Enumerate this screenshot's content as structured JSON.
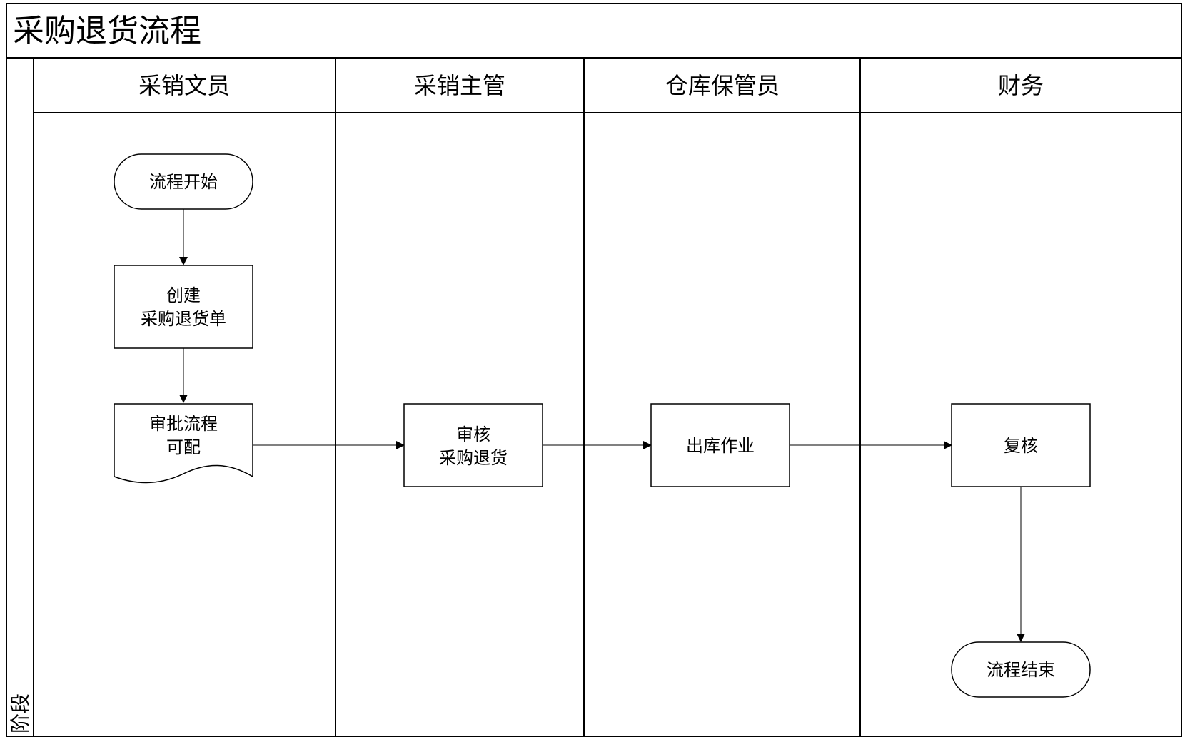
{
  "title": "采购退货流程",
  "stage_label": "阶段",
  "lanes": [
    {
      "id": "clerk",
      "label": "采销文员"
    },
    {
      "id": "supervisor",
      "label": "采销主管"
    },
    {
      "id": "warehouse",
      "label": "仓库保管员"
    },
    {
      "id": "finance",
      "label": "财务"
    }
  ],
  "nodes": [
    {
      "id": "start",
      "type": "terminator",
      "lane": "clerk",
      "lines": [
        "流程开始"
      ]
    },
    {
      "id": "create",
      "type": "process",
      "lane": "clerk",
      "lines": [
        "创建",
        "采购退货单"
      ]
    },
    {
      "id": "approval",
      "type": "document",
      "lane": "clerk",
      "lines": [
        "审批流程",
        "可配"
      ]
    },
    {
      "id": "review",
      "type": "process",
      "lane": "supervisor",
      "lines": [
        "审核",
        "采购退货"
      ]
    },
    {
      "id": "outbound",
      "type": "process",
      "lane": "warehouse",
      "lines": [
        "出库作业"
      ]
    },
    {
      "id": "recheck",
      "type": "process",
      "lane": "finance",
      "lines": [
        "复核"
      ]
    },
    {
      "id": "end",
      "type": "terminator",
      "lane": "finance",
      "lines": [
        "流程结束"
      ]
    }
  ],
  "edges": [
    {
      "from": "start",
      "to": "create"
    },
    {
      "from": "create",
      "to": "approval"
    },
    {
      "from": "approval",
      "to": "review"
    },
    {
      "from": "review",
      "to": "outbound"
    },
    {
      "from": "outbound",
      "to": "recheck"
    },
    {
      "from": "recheck",
      "to": "end"
    }
  ]
}
